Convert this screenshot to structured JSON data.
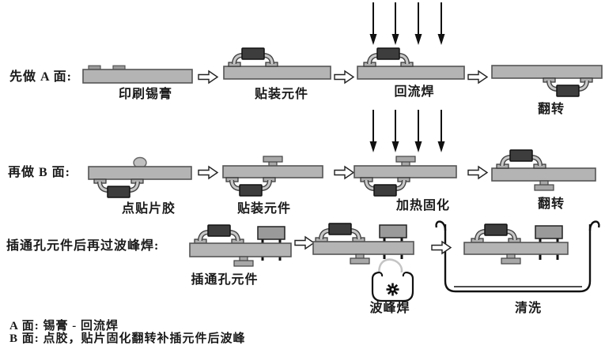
{
  "rows": [
    {
      "label": "先做 A 面:",
      "steps": [
        {
          "label": "印刷锡膏"
        },
        {
          "label": "贴装元件"
        },
        {
          "label": "回流焊"
        },
        {
          "label": "翻转"
        }
      ]
    },
    {
      "label": "再做 B 面:",
      "steps": [
        {
          "label": "点贴片胶"
        },
        {
          "label": "贴装元件"
        },
        {
          "label": "加热固化"
        },
        {
          "label": "翻转"
        }
      ]
    },
    {
      "label": "插通孔元件后再过波峰焊:",
      "steps": [
        {
          "label": "插通孔元件"
        },
        {
          "label": "波峰焊"
        },
        {
          "label": "清洗"
        }
      ]
    }
  ],
  "notes": [
    {
      "text": "A 面: 锡膏 - 回流焊"
    },
    {
      "text": "B 面: 点胶，贴片固化翻转补插元件后波峰"
    }
  ],
  "colors": {
    "background": "#ffffff",
    "board": "#b4b4b4",
    "board_outline": "#555555",
    "component_body": "#3d3d3d",
    "component_lead": "#c8c8c8",
    "pad": "#b0b0b0",
    "through_hole_component": "#9a9a9a",
    "arrow": "#111111",
    "wave": "#c4c4c4"
  }
}
